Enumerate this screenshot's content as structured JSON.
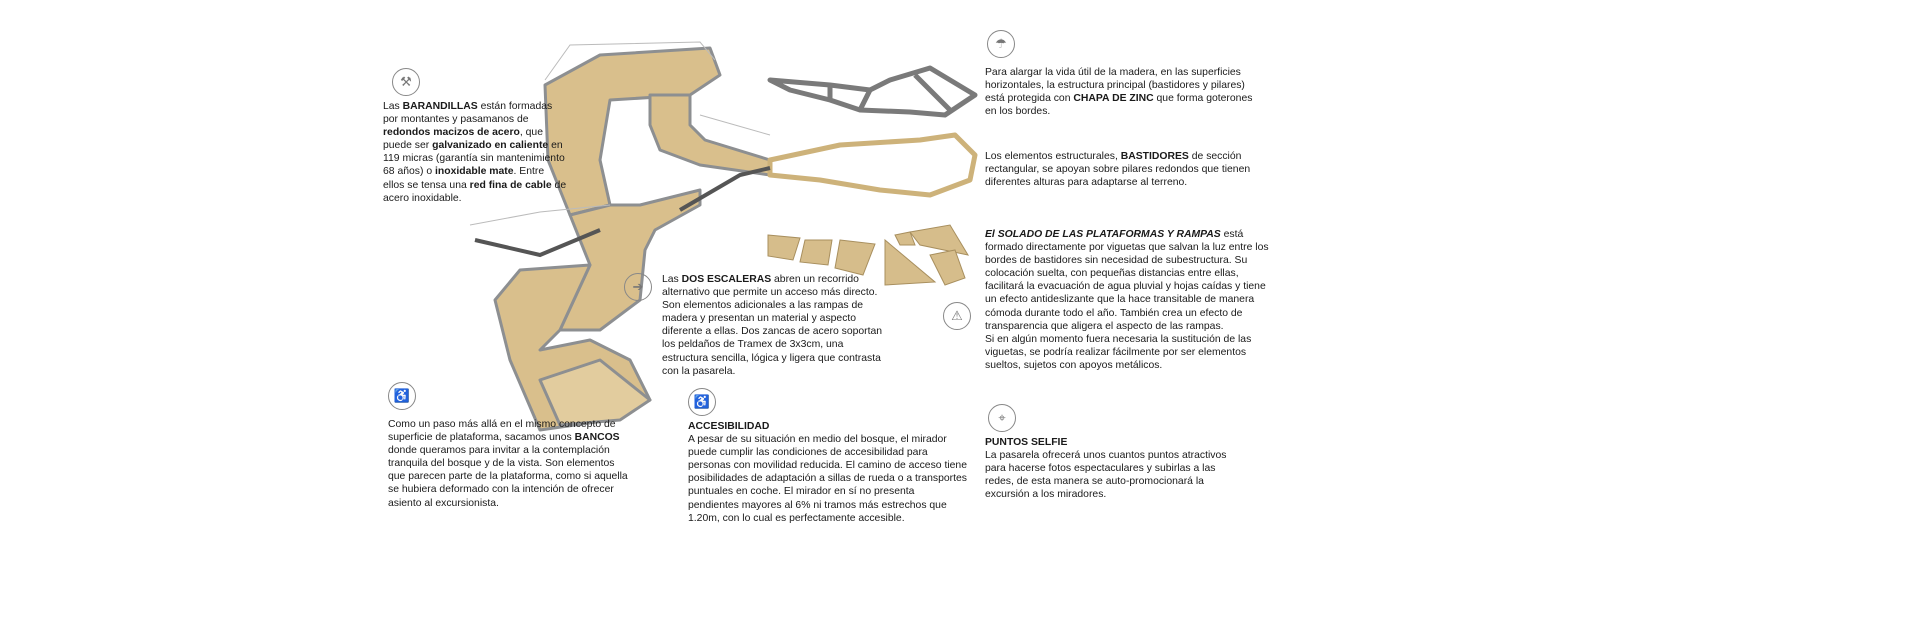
{
  "barandillas": {
    "icon": "railing-worker-icon",
    "p1": "Las ",
    "b1": "BARANDILLAS",
    "p2": " están formadas por montantes y pasamanos de ",
    "b2": "redondos macizos de acero",
    "p3": ", que puede ser ",
    "b3": "galvanizado en caliente",
    "p4": " en 119 micras (garantía sin mantenimiento 68 años) o ",
    "b4": "inoxidable mate",
    "p5": ". Entre ellos se tensa una ",
    "b5": "red fina de cable",
    "p6": " de acero inoxidable."
  },
  "zinc": {
    "icon": "umbrella-rain-icon",
    "p1": "Para alargar la vida útil de la madera, en las superficies horizontales, la estructura principal (bastidores y pilares) está protegida con ",
    "b1": "CHAPA DE ZINC",
    "p2": " que forma goterones en los bordes."
  },
  "bastidores": {
    "p1": "Los elementos estructurales, ",
    "b1": "BASTIDORES",
    "p2": " de sección rectangular, se apoyan sobre pilares redondos que tienen diferentes alturas para adaptarse al terreno."
  },
  "solado": {
    "icon": "no-slip-icon",
    "b1": "El SOLADO DE LAS PLATAFORMAS Y RAMPAS",
    "p1": " está formado directamente por viguetas que salvan la luz entre los bordes de bastidores sin necesidad de subestructura. Su colocación suelta, con pequeñas distancias entre ellas, facilitará la evacuación de agua pluvial y hojas caídas y tiene un efecto antideslizante que la hace transitable de manera cómoda durante todo el año. También crea un efecto de transparencia que aligera el aspecto de las rampas.",
    "p2": "Si en algún momento fuera necesaria la sustitución de las viguetas, se podría realizar fácilmente por ser elementos sueltos, sujetos con apoyos metálicos."
  },
  "escaleras": {
    "icon": "emergency-exit-icon",
    "p1": "Las ",
    "b1": "DOS ESCALERAS",
    "p2": " abren un recorrido alternativo que permite un acceso más directo. Son elementos adicionales a las rampas de madera y presentan un material y aspecto diferente a ellas. Dos zancas de acero soportan los peldaños de Tramex de 3x3cm, una estructura sencilla, lógica y ligera que contrasta con la pasarela."
  },
  "bancos": {
    "icon": "seated-person-icon",
    "p1": "Como un paso más allá en el mismo concepto de superficie de plataforma, sacamos unos ",
    "b1": "BANCOS",
    "p2": " donde queramos para invitar a la contemplación tranquila del bosque y de la vista. Son elementos que parecen parte de la plataforma, como si aquella se hubiera deformado con la intención de ofrecer asiento al excursionista."
  },
  "accesibilidad": {
    "icon": "wheelchair-icon",
    "title": "ACCESIBILIDAD",
    "p1": "A pesar de su situación en medio del bosque, el mirador puede cumplir las condiciones de accesibilidad para personas con movilidad reducida. El camino de acceso tiene posibilidades de adaptación a sillas de rueda o a transportes puntuales en coche. El mirador en sí no presenta pendientes mayores al 6% ni tramos más estrechos que 1.20m, con lo cual es perfectamente accesible."
  },
  "selfie": {
    "icon": "location-pin-icon",
    "title": "PUNTOS SELFIE",
    "p1": "La pasarela ofrecerá unos cuantos puntos atractivos para hacerse fotos espectaculares y subirlas a las redes, de esta manera se auto-promocionará la excursión a los miradores."
  },
  "colors": {
    "wood": "#d9bf8c",
    "steel": "#9a9c9e",
    "frame": "#777"
  }
}
